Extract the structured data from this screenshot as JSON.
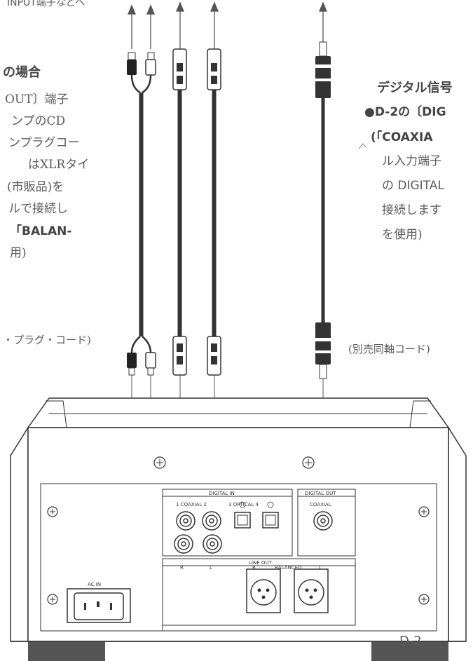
{
  "top_note": "INPUT端子などへ",
  "left_text": {
    "heading": "の場合",
    "lines": [
      "OUT〕端子",
      "ンプのCD",
      "ンプラグコー",
      "はXLRタイ",
      "(市販品)を",
      "ルで接続し",
      "「BALAN-",
      "用)"
    ],
    "cord_label": "・プラグ・コード)"
  },
  "right_text": {
    "heading": "デジタル信号",
    "lines": [
      "●D-2の〔DIG",
      "(「COAXIA",
      "ル入力端子",
      "の DIGITAL",
      "接続します",
      "を使用)"
    ],
    "cord_label": "(別売同軸コード)"
  },
  "model_label": "D-2",
  "panel": {
    "digital_in": "DIGITAL IN",
    "digital_out": "DIGITAL OUT",
    "coaxial_label": "1  COAXIAL  2",
    "optical_label": "3  OPTICAL  4",
    "out_coaxial": "COAXIAL",
    "line_out": "LINE OUT",
    "r": "R",
    "l": "L",
    "balanced": "BALANCED",
    "ac_in": "AC IN"
  }
}
